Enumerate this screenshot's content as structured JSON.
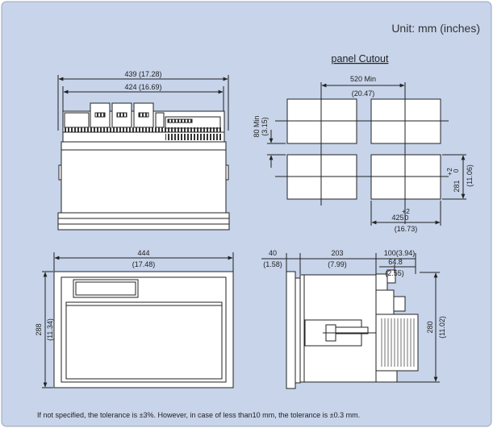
{
  "unit_label": "Unit: mm (inches)",
  "cutout": {
    "title": "panel Cutout",
    "width_min": "520 Min",
    "width_min_in": "(20.47)",
    "height_min": "80 Min",
    "height_min_in": "(3.15)",
    "opening_h_tol": "+2",
    "opening_h_zero": "0",
    "opening_h": "281",
    "opening_h_in": "(11.06)",
    "opening_w_tol": "+2",
    "opening_w": "425",
    "opening_w_zero": "0",
    "opening_w_in": "(16.73)"
  },
  "top_view": {
    "overall": "439 (17.28)",
    "inner": "424 (16.69)"
  },
  "front_view": {
    "width": "444",
    "width_in": "(17.48)",
    "height": "288",
    "height_in": "(11.34)"
  },
  "side_view": {
    "d1": "40",
    "d1_in": "(1.58)",
    "d2": "203",
    "d2_in": "(7.99)",
    "d3": "100(3.94)",
    "d4": "64.8",
    "d4_in": "(2.55)",
    "height": "280",
    "height_in": "(11.02)"
  },
  "footnote": "If not specified, the tolerance is  ±3%. However, in case of less than10 mm, the tolerance is  ±0.3 mm.",
  "colors": {
    "panel_bg": "#c7d4ea",
    "line": "#222222"
  }
}
